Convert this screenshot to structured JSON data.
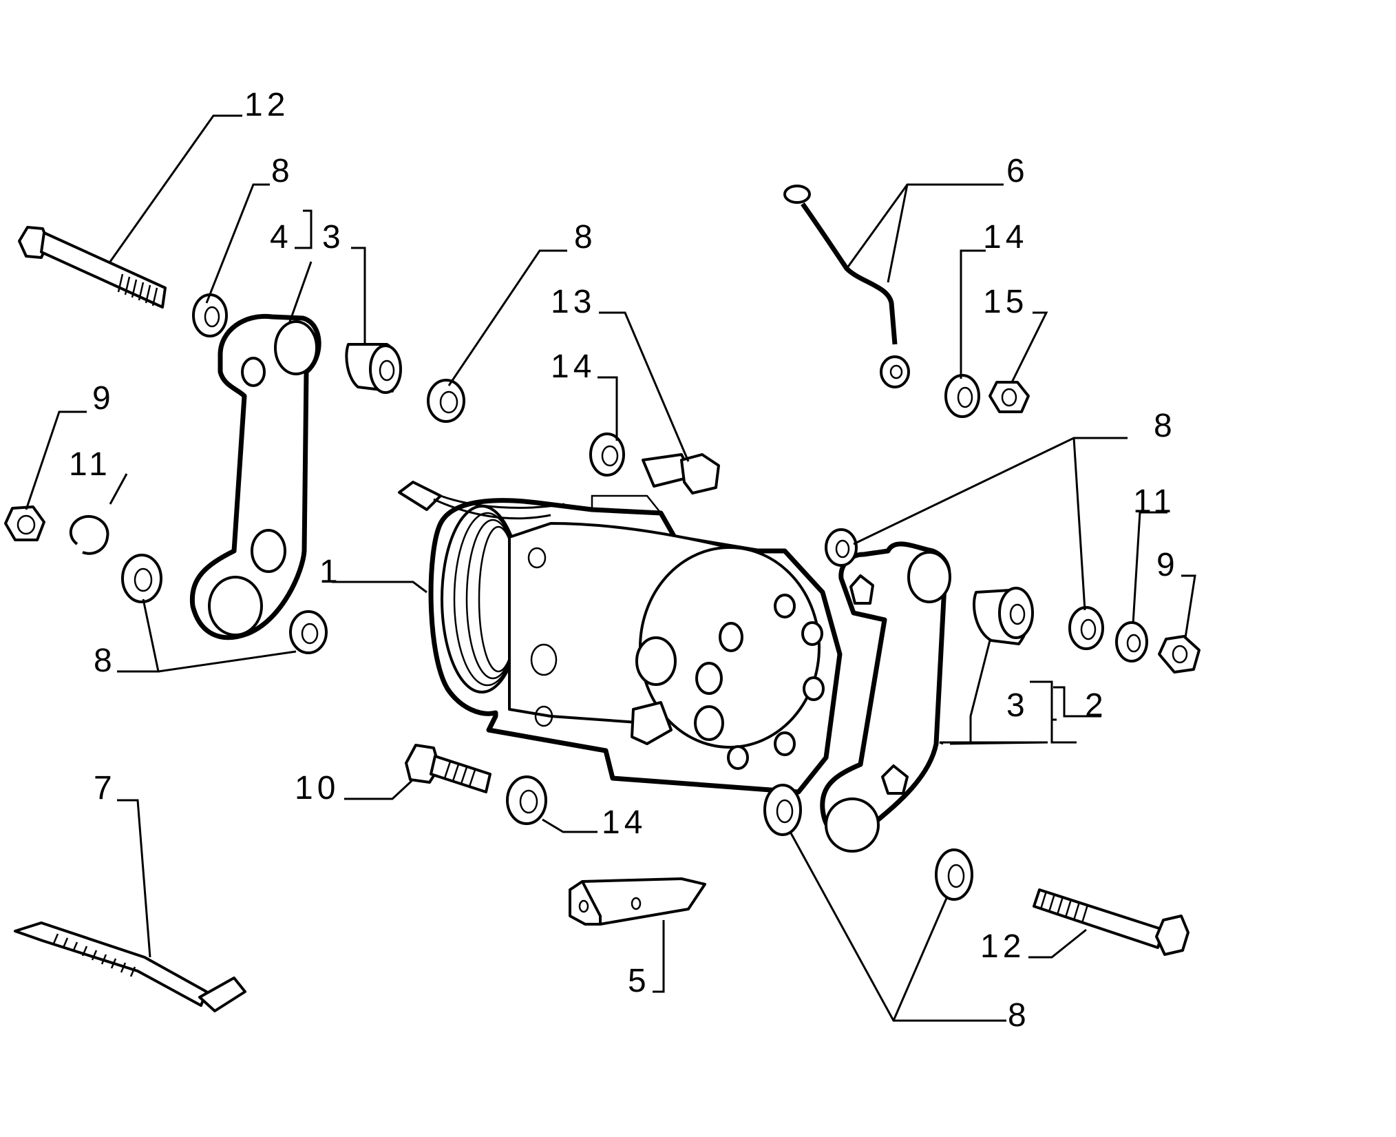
{
  "callouts": {
    "c12_top": "12",
    "c8_a": "8",
    "c4": "4",
    "c3_a": "3",
    "c8_b": "8",
    "c13": "13",
    "c6": "6",
    "c14_a": "14",
    "c15": "15",
    "c14_b": "14",
    "c9_left": "9",
    "c11_left": "11",
    "c8_c": "8",
    "c11_right": "11",
    "c9_right": "9",
    "c1": "1",
    "c8_left_bottom": "8",
    "c3_b": "3",
    "c2": "2",
    "c10": "10",
    "c14_c": "14",
    "c7": "7",
    "c5": "5",
    "c12_bottom": "12",
    "c8_bottom": "8"
  }
}
